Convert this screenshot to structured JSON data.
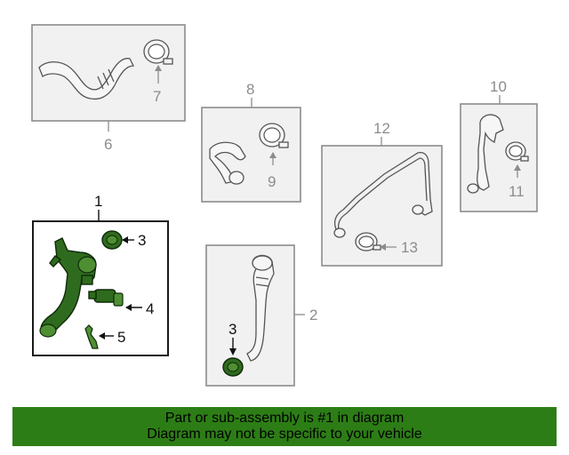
{
  "callouts": {
    "main_group": "1",
    "hose_2": "2",
    "seal_3_main": "3",
    "valve_4": "4",
    "clip_5": "5",
    "hose_6": "6",
    "clamp_7": "7",
    "hose_8": "8",
    "clamp_9": "9",
    "hose_10": "10",
    "clamp_11": "11",
    "tube_12": "12",
    "clamp_13": "13",
    "seal_3_side": "3"
  },
  "banner": {
    "line1": "Part or sub-assembly is #1 in diagram",
    "line2": "Diagram may not be specific to your vehicle"
  },
  "colors": {
    "highlight": "#2f6b1e",
    "banner": "#2d7d16",
    "callout_gray": "#8c8c8c"
  }
}
